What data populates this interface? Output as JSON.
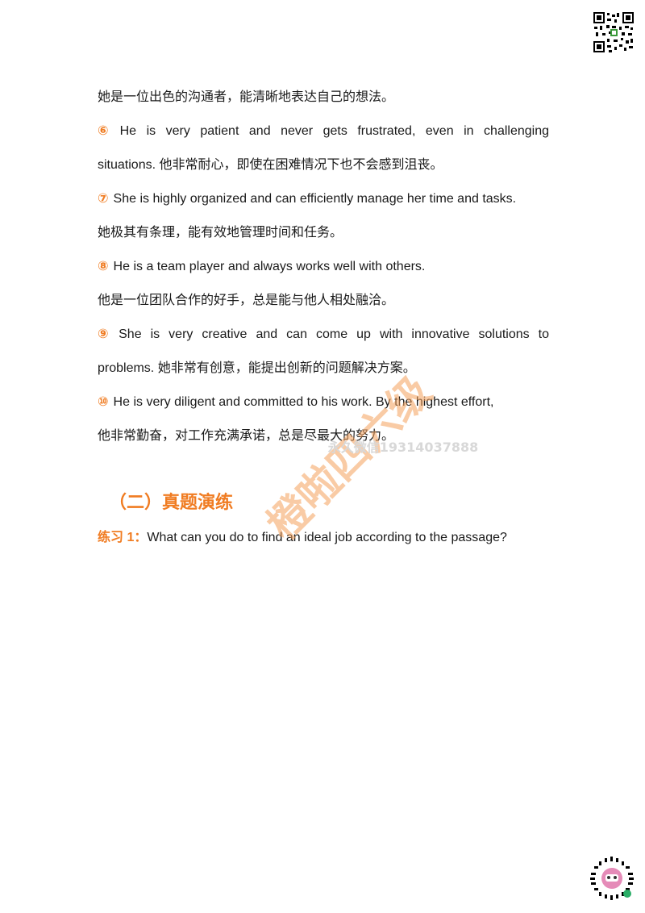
{
  "paragraph_lines": {
    "l1": "她是一位出色的沟通者，能清晰地表达自己的想法。",
    "l2_num": "⑥",
    "l2": "He is very patient and never gets frustrated, even in challenging",
    "l3": "situations. 他非常耐心，即使在困难情况下也不会感到沮丧。",
    "l4_num": "⑦",
    "l4": "She is highly organized and can efficiently manage her time and tasks.",
    "l5": "她极其有条理，能有效地管理时间和任务。",
    "l6_num": "⑧",
    "l6": "He is a team player and always works well with others.",
    "l7": "他是一位团队合作的好手，总是能与他人相处融洽。",
    "l8_num": "⑨",
    "l8": "She is very creative and can come up with innovative solutions to",
    "l9": "problems. 她非常有创意，能提出创新的问题解决方案。",
    "l10_num": "⑩",
    "l10": "He is very diligent and committed to his work. By the highest effort,",
    "l11": "他非常勤奋，对工作充满承诺，总是尽最大的努力。"
  },
  "section": {
    "title": "（二）真题演练"
  },
  "exercise": {
    "label": "练习 1：",
    "question": "What can you do to find an ideal job according to the passage?"
  },
  "watermark": {
    "text_main": "橙啦四六级",
    "text_sub": "永久微信19314037888",
    "color": "#f5a25d"
  },
  "colors": {
    "accent": "#f07c22",
    "text": "#1a1a1a"
  },
  "icons": {
    "top_right": "qr-code-icon",
    "bottom_right": "mini-program-code-icon"
  }
}
